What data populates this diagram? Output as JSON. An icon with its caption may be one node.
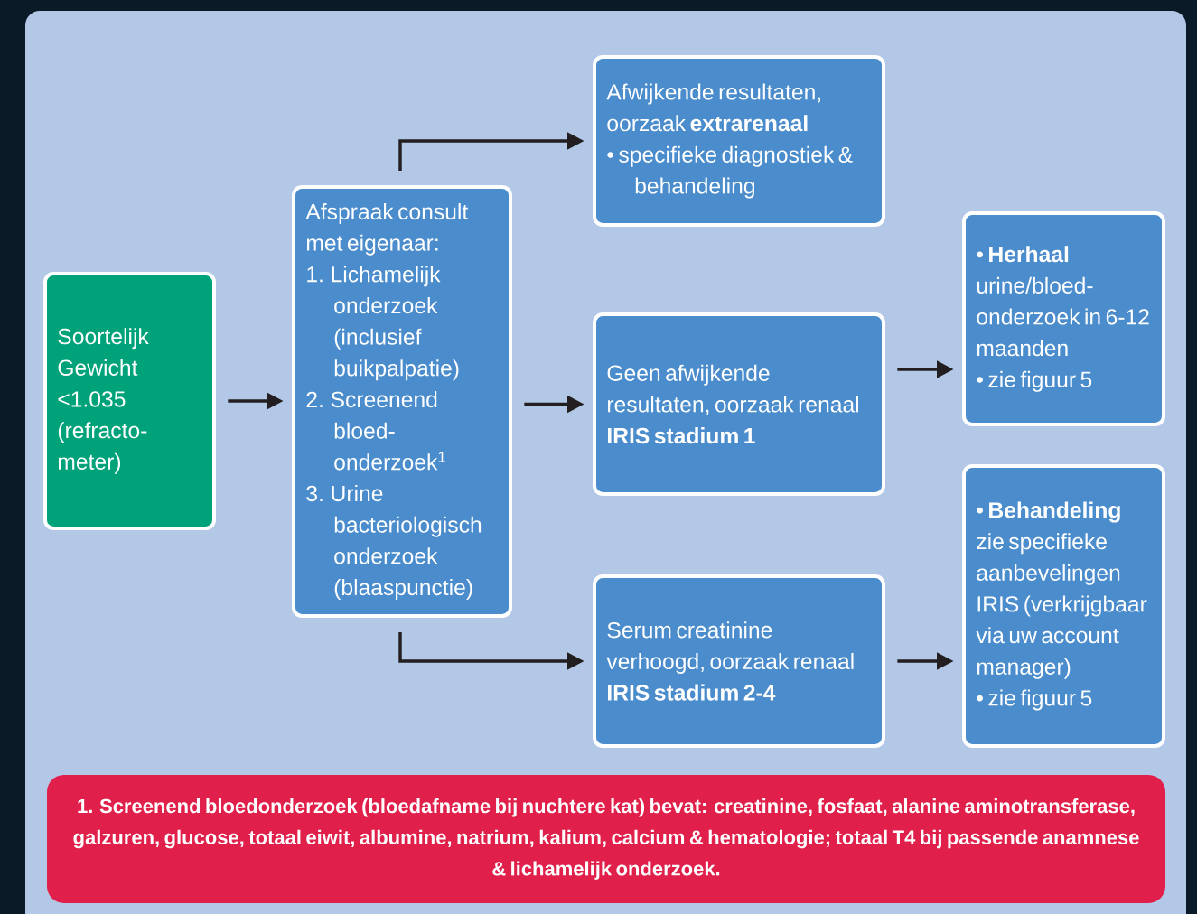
{
  "diagram": {
    "nodes": [
      {
        "text": [
          "Soortelijk Gewicht <1.035 (refracto-meter)"
        ]
      },
      {
        "text": [
          "Afspraak consult met eigenaar:",
          "1. Lichamelijk onderzoek (inclusief buikpalpatie)",
          "2. Screenend bloed-onderzoek$^{1}$",
          "3. Urine bacteriologisch onderzoek (blaaspunctie)"
        ]
      },
      {
        "text": [
          "Afwijkende resultaten, oorzaak **extrarenaal**",
          "• specifieke diagnostiek & behandeling"
        ]
      },
      {
        "text": [
          "Geen afwijkende resultaten, oorzaak renaal **IRIS stadium 1**"
        ]
      },
      {
        "text": [
          "Serum creatinine verhoogd, oorzaak renaal **IRIS stadium 2-4**"
        ]
      },
      {
        "text": [
          "• **Herhaal** urine/bloed-onderzoek in 6-12 maanden",
          "• zie figuur 5"
        ]
      },
      {
        "text": [
          "• **Behandeling** zie specifieke aanbevelingen IRIS (verkrijgbaar via uw account manager)",
          "• zie figuur 5"
        ]
      },
      {
        "text": [
          "1. Screenend bloedonderzoek (bloedafname bij nuchtere kat) bevat: creatinine, fosfaat, alanine aminotransferase, galzuren, glucose, totaal eiwit, albumine, natrium, kalium, calcium & hematologie; totaal T4 bij passende anamnese & lichamelijk onderzoek."
        ]
      }
    ],
    "edges": [
      {
        "from": 0,
        "to": 1,
        "arrow": "to"
      },
      {
        "from": 1,
        "to": 2,
        "arrow": "to"
      },
      {
        "from": 1,
        "to": 3,
        "arrow": "to"
      },
      {
        "from": 1,
        "to": 4,
        "arrow": "to"
      },
      {
        "from": 3,
        "to": 5,
        "arrow": "to"
      },
      {
        "from": 4,
        "to": 6,
        "arrow": "to"
      }
    ]
  }
}
